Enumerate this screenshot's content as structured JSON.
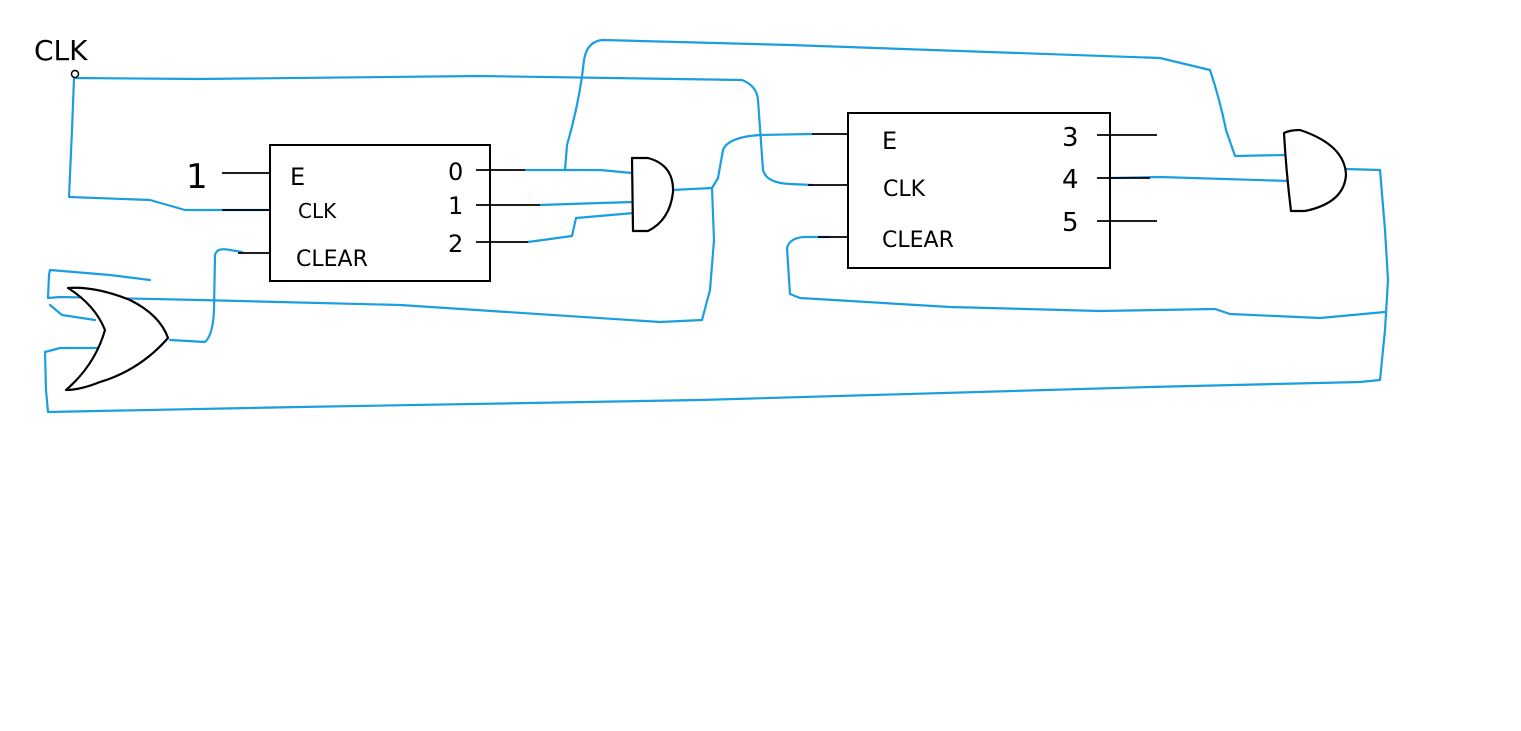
{
  "title_label": "CLK",
  "input_label": "1",
  "colors": {
    "wire": "#1a9ee0",
    "ink": "#000000",
    "background": "#ffffff"
  },
  "counter1": {
    "inputs": {
      "enable": "E",
      "clock": "CLK",
      "clear": "CLEAR"
    },
    "outputs": [
      "0",
      "1",
      "2"
    ]
  },
  "counter2": {
    "inputs": {
      "enable": "E",
      "clock": "CLK",
      "clear": "CLEAR"
    },
    "outputs": [
      "3",
      "4",
      "5"
    ]
  },
  "gates": {
    "and_1": "and-gate",
    "and_2": "and-gate",
    "or_1": "or-gate"
  }
}
